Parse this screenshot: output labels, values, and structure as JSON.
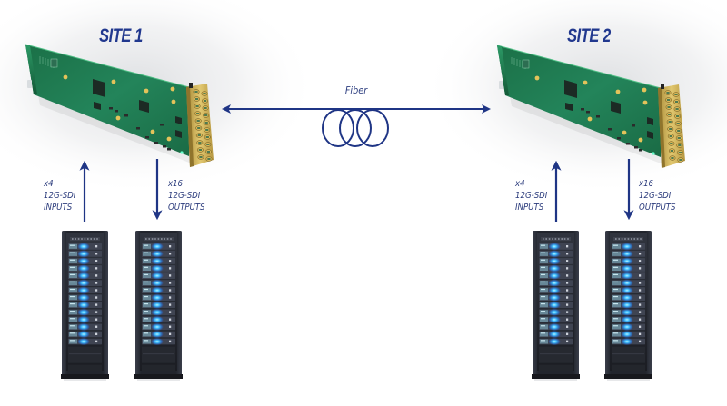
{
  "diagram": {
    "title": "Two-site 12G-SDI over fiber link",
    "colors": {
      "arrow": "#1f3585",
      "title_text": "#21388e",
      "label_text": "#2b3b7c",
      "pcb_green": "#1f7a4c",
      "connector_gold": "#c9a94a",
      "rack_frame": "#2a2d36",
      "server_led": "#39b6ff",
      "background": "#ffffff"
    },
    "link": {
      "label": "Fiber",
      "icon": "fiber-coil-icon",
      "direction": "bidirectional"
    },
    "sites": [
      {
        "id": "site-1",
        "title": "SITE 1",
        "card_icon": "sdi-interface-card",
        "inputs": {
          "count_label": "x4",
          "signal_label": "12G-SDI",
          "type_label": "INPUTS",
          "direction": "rack-to-card",
          "arrow_icon": "arrow-up-icon"
        },
        "outputs": {
          "count_label": "x16",
          "signal_label": "12G-SDI",
          "type_label": "OUTPUTS",
          "direction": "card-to-rack",
          "arrow_icon": "arrow-down-icon"
        },
        "racks": [
          {
            "name": "input-server-rack",
            "icon": "server-rack-icon",
            "units": 14
          },
          {
            "name": "output-server-rack",
            "icon": "server-rack-icon",
            "units": 14
          }
        ]
      },
      {
        "id": "site-2",
        "title": "SITE 2",
        "card_icon": "sdi-interface-card",
        "inputs": {
          "count_label": "x4",
          "signal_label": "12G-SDI",
          "type_label": "INPUTS",
          "direction": "rack-to-card",
          "arrow_icon": "arrow-up-icon"
        },
        "outputs": {
          "count_label": "x16",
          "signal_label": "12G-SDI",
          "type_label": "OUTPUTS",
          "direction": "card-to-rack",
          "arrow_icon": "arrow-down-icon"
        },
        "racks": [
          {
            "name": "input-server-rack",
            "icon": "server-rack-icon",
            "units": 14
          },
          {
            "name": "output-server-rack",
            "icon": "server-rack-icon",
            "units": 14
          }
        ]
      }
    ]
  }
}
